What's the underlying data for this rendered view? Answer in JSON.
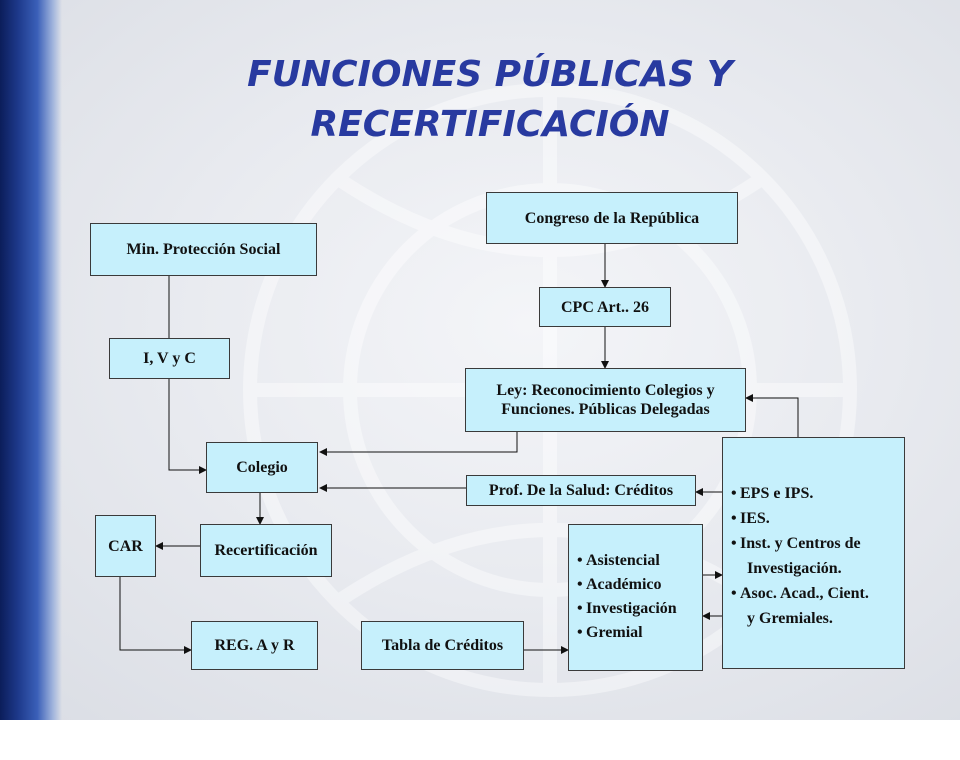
{
  "title_line1": "FUNCIONES PÚBLICAS Y",
  "title_line2": "RECERTIFICACIÓN",
  "boxes": {
    "min_proteccion": "Min. Protección Social",
    "ivc": "I, V y C",
    "colegio": "Colegio",
    "recertificacion": "Recertificación",
    "car": "CAR",
    "reg": "REG. A y R",
    "tabla": "Tabla de Créditos",
    "congreso": "Congreso de la República",
    "cpc": "CPC Art.. 26",
    "ley_line1": "Ley: Reconocimiento Colegios y",
    "ley_line2": "Funciones. Públicas Delegadas",
    "prof": "Prof. De la Salud: Créditos"
  },
  "areas": [
    "Asistencial",
    "Académico",
    "Investigación",
    "Gremial"
  ],
  "entities": {
    "l1": "EPS e IPS.",
    "l2": "IES.",
    "l3": "Inst. y Centros de",
    "l3b": "Investigación.",
    "l4": "Asoc. Acad., Cient.",
    "l4b": "y Gremiales."
  },
  "colors": {
    "box_fill": "#c6f0fc",
    "title": "#283aa0",
    "side_bar": "#1e3a8c"
  }
}
